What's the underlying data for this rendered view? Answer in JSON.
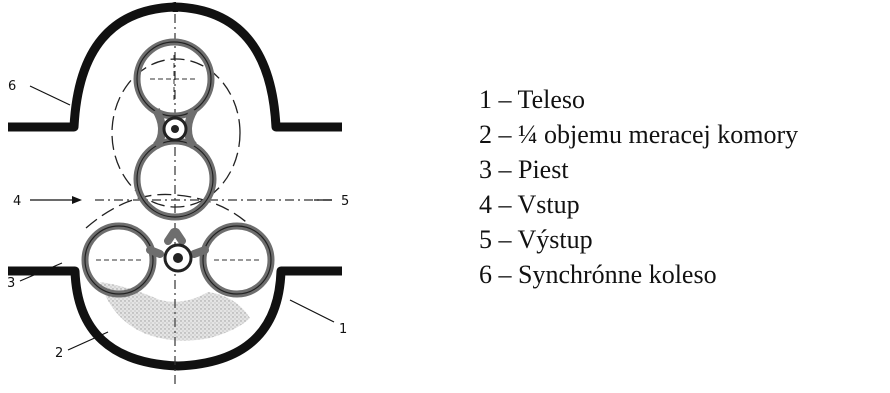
{
  "diagram": {
    "callouts": {
      "top": "1",
      "c1": "1",
      "c2": "2",
      "c3": "3",
      "c4": "4",
      "c5": "5",
      "c6": "6"
    }
  },
  "legend": {
    "items": [
      "1 – Teleso",
      "2 – ¼ objemu meracej komory",
      "3 – Piest",
      "4 – Vstup",
      "5 – Výstup",
      "6 – Synchrónne koleso"
    ]
  },
  "colors": {
    "ink": "#111111",
    "rotor": "#7a7a7a",
    "chamber_fill": "#d2d2d2"
  }
}
